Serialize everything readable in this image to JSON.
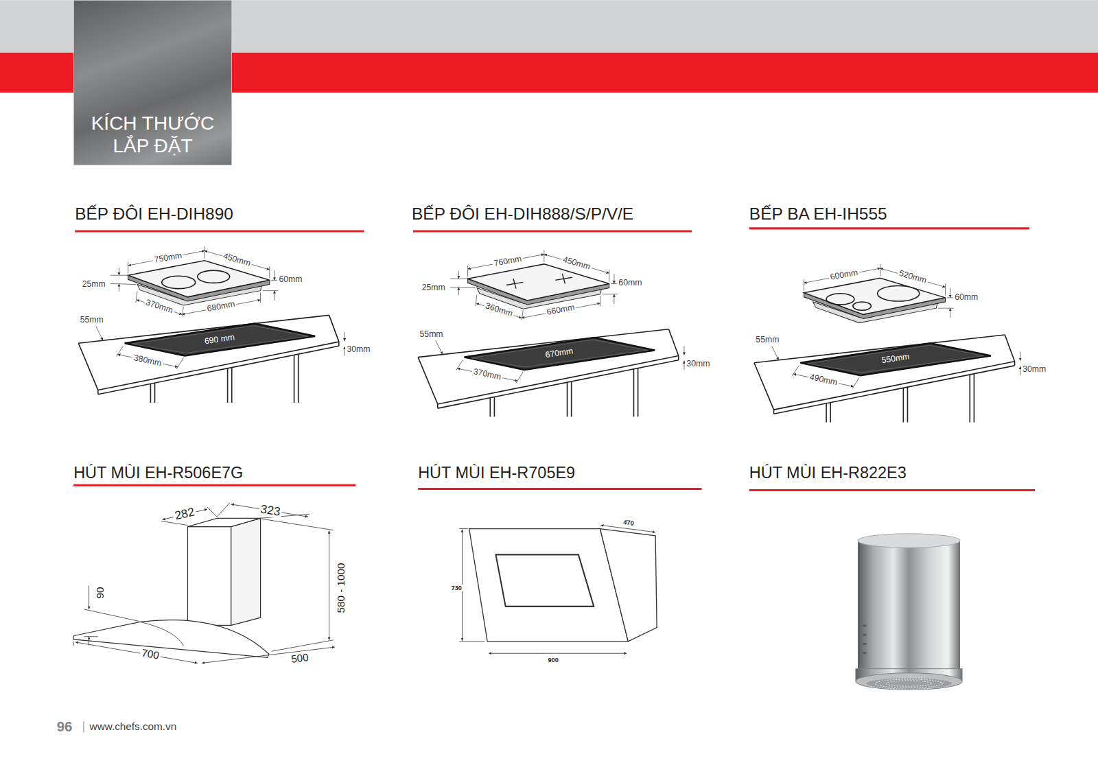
{
  "diagram": {
    "nodes": [
      {
        "text": [
          "KÍCH THƯỚC LẮP ĐẶT"
        ]
      }
    ],
    "labels": [
      "BẾP ĐÔI EH-DIH890",
      "750mm",
      "450mm",
      "25mm",
      "60mm",
      "370mm",
      "680mm",
      "55mm",
      "690 mm",
      "380mm",
      "30mm",
      "BẾP ĐÔI EH-DIH888/S/P/V/E",
      "760mm",
      "450mm",
      "25mm",
      "60mm",
      "360mm",
      "660mm",
      "55mm",
      "370mm",
      "670mm",
      "30mm",
      "BẾP BA EH-IH555",
      "600mm",
      "520mm",
      "60mm",
      "55mm",
      "550mm",
      "490mm",
      "30mm",
      "HÚT MÙI EH-R506E7G",
      "282",
      "323",
      "90",
      "580 - 1000",
      "700",
      "500",
      "HÚT MÙI EH-R705E9",
      "470",
      "730",
      "900",
      "HÚT MÙI EH-R822E3",
      "96",
      "www.chefs.com.vn"
    ]
  }
}
